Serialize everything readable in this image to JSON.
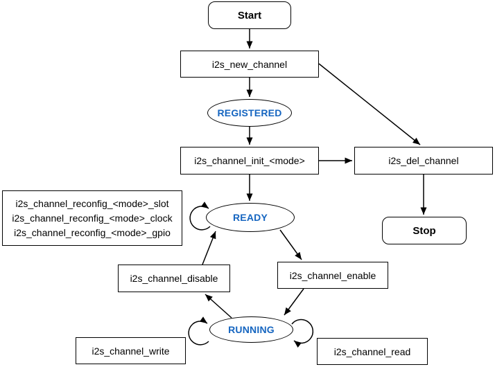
{
  "diagram": {
    "nodes": {
      "start": "Start",
      "new_channel": "i2s_new_channel",
      "registered": "REGISTERED",
      "init": "i2s_channel_init_<mode>",
      "del_channel": "i2s_del_channel",
      "stop": "Stop",
      "reconfig_lines": [
        "i2s_channel_reconfig_<mode>_slot",
        "i2s_channel_reconfig_<mode>_clock",
        "i2s_channel_reconfig_<mode>_gpio"
      ],
      "ready": "READY",
      "disable": "i2s_channel_disable",
      "enable": "i2s_channel_enable",
      "running": "RUNNING",
      "write": "i2s_channel_write",
      "read": "i2s_channel_read"
    },
    "colors": {
      "state_text": "#1565C0",
      "stroke": "#000000",
      "background": "#FFFFFF"
    }
  }
}
